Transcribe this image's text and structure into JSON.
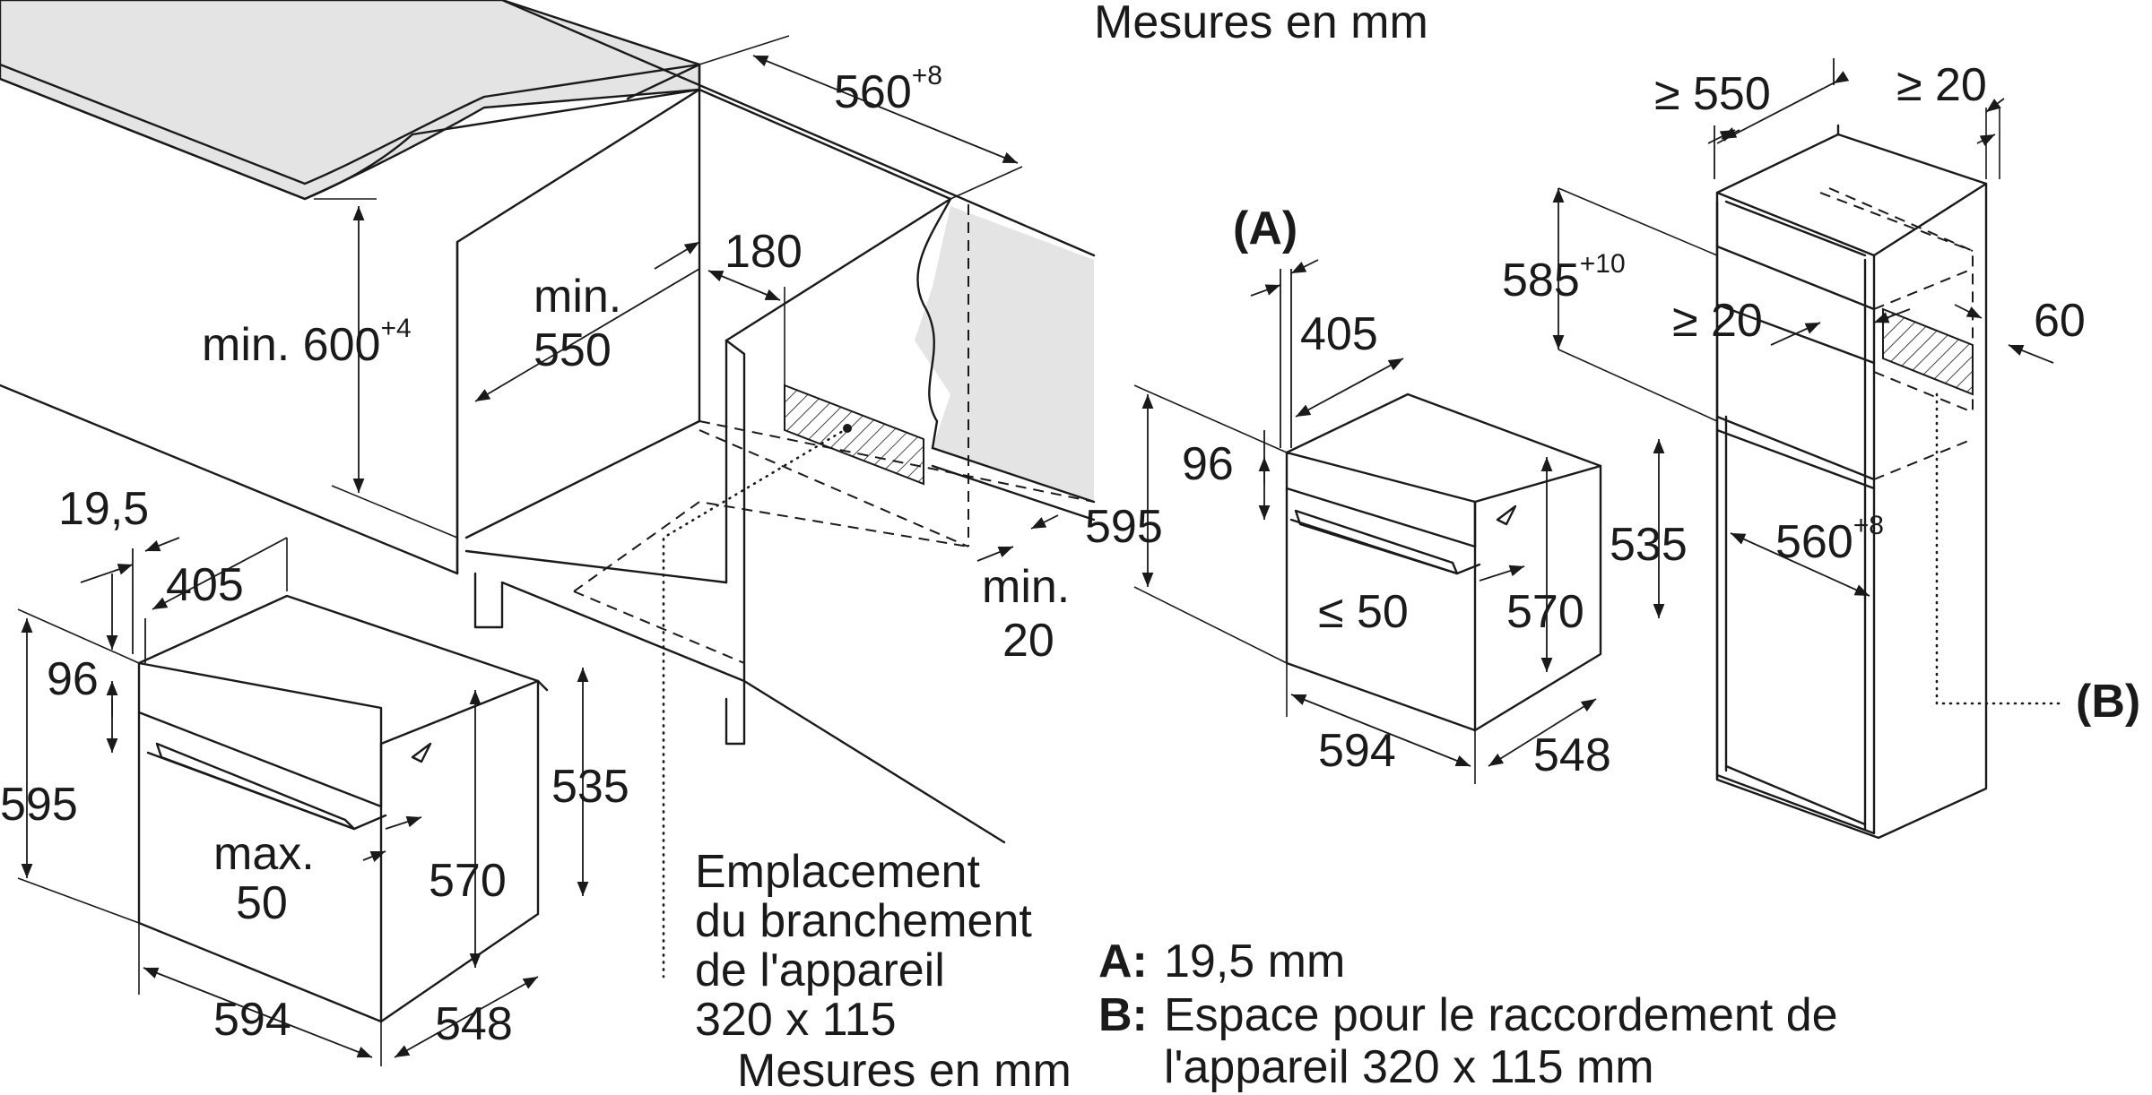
{
  "units_title_top": "Mesures en mm",
  "units_title_bottom": "Mesures en mm",
  "left_drawing": {
    "niche_height": {
      "base": "min. 600",
      "sup": "+4"
    },
    "niche_width": {
      "base": "560",
      "sup": "+8"
    },
    "niche_depth_line1": "min.",
    "niche_depth_line2": "550",
    "connection_offset": "180",
    "rear_gap_line1": "min.",
    "rear_gap_line2": "20",
    "oven_front_offset": "19,5",
    "oven_top_depth": "405",
    "oven_panel_height": "96",
    "oven_height": "595",
    "oven_inner_height": "535",
    "oven_body_height": "570",
    "oven_handle_line1": "max.",
    "oven_handle_line2": "50",
    "oven_width": "594",
    "oven_depth": "548",
    "connection_note_lines": [
      "Emplacement",
      "du branchement",
      "de l'appareil",
      "320 x 115"
    ]
  },
  "middle_drawing": {
    "marker_a": "(A)",
    "oven_top_depth": "405",
    "oven_panel_height": "96",
    "oven_height": "595",
    "oven_inner_height": "535",
    "oven_body_height": "570",
    "oven_handle": "≤ 50",
    "oven_width": "594",
    "oven_depth": "548"
  },
  "right_drawing": {
    "cabinet_depth": "≥ 550",
    "top_gap": "≥ 20",
    "niche_height": {
      "base": "585",
      "sup": "+10"
    },
    "rear_gap": "≥ 20",
    "rear_vent": "60",
    "niche_width": {
      "base": "560",
      "sup": "+8"
    },
    "marker_b": "(B)"
  },
  "legend": {
    "a_key": "A:",
    "a_text": "19,5 mm",
    "b_key": "B:",
    "b_text_line1": "Espace pour le raccordement de",
    "b_text_line2": "l'appareil 320 x 115 mm"
  }
}
